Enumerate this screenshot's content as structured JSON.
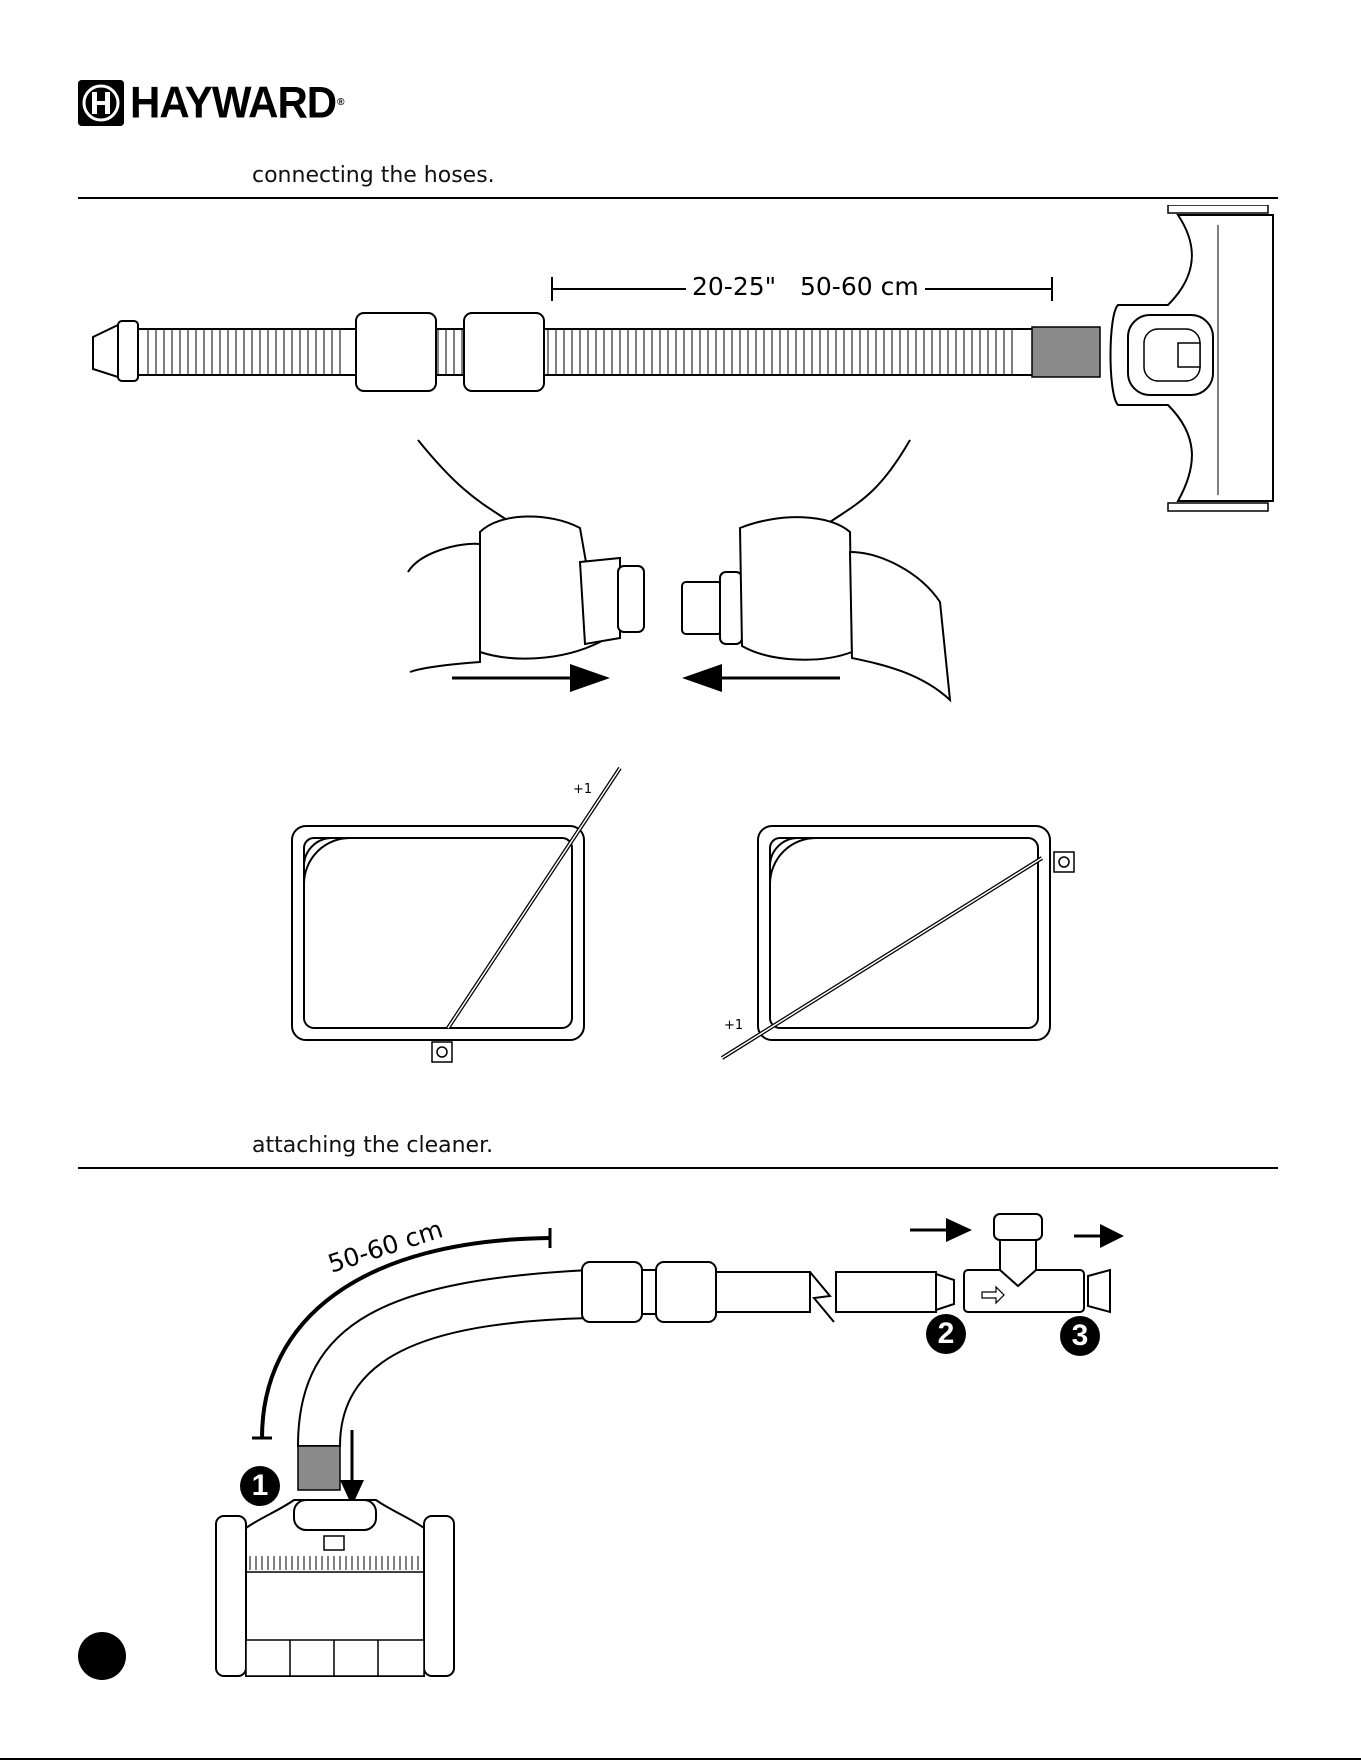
{
  "brand": {
    "name": "HAYWARD",
    "registered": "®"
  },
  "sections": [
    {
      "title": "connecting the hoses."
    },
    {
      "title": "attaching the cleaner."
    }
  ],
  "fig1": {
    "dimension_label": "20-25\"   50-60 cm"
  },
  "fig2": {
    "left_label": "+1",
    "right_label": "+1"
  },
  "fig3": {
    "dimension_label": "50-60 cm",
    "steps": [
      "1",
      "2",
      "3"
    ]
  },
  "colors": {
    "ink": "#000000",
    "hose_cuff": "#8a8a8a"
  }
}
